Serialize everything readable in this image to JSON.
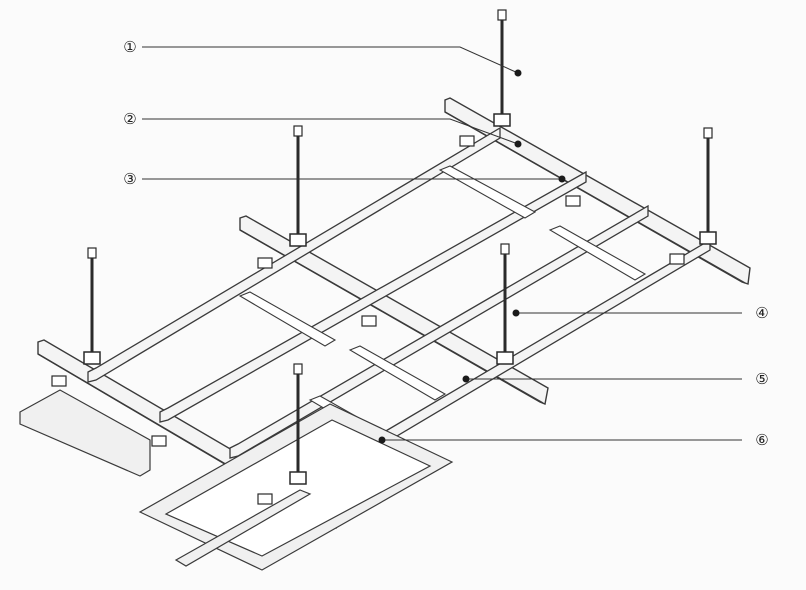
{
  "callouts": [
    {
      "label": "①"
    },
    {
      "label": "②"
    },
    {
      "label": "③"
    },
    {
      "label": "④"
    },
    {
      "label": "⑤"
    },
    {
      "label": "⑥"
    }
  ],
  "colors": {
    "line": "#3a3a3a",
    "rod": "#2a2a2a",
    "metal": "#f4f4f4",
    "background": "#fbfbfb"
  }
}
